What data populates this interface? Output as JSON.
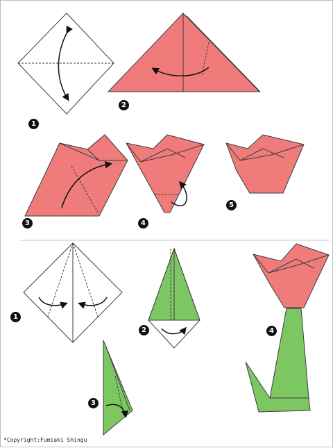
{
  "colors": {
    "pink": "#ef7b7b",
    "green": "#7dc763",
    "outline": "#3b3b3b",
    "paper": "#ffffff"
  },
  "tulip_flower": {
    "steps": [
      "1",
      "2",
      "3",
      "4",
      "5"
    ]
  },
  "tulip_stem": {
    "steps": [
      "1",
      "2",
      "3",
      "4"
    ]
  },
  "copyright": "*Copyright:Fumiaki Shingu"
}
